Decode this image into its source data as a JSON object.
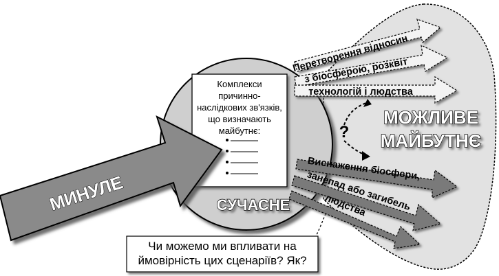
{
  "diagram": {
    "past_label": "МИНУЛЕ",
    "present_label": "СУЧАСНЕ",
    "future_label_line1": "МОЖЛИВЕ",
    "future_label_line2": "МАЙБУТНЄ",
    "causal_complexes_text": "Комплекси причинно-наслідкових зв'язків, що визначають майбутнє:",
    "bullet_count": 4,
    "positive_scenario": {
      "line1": "Перетворення відносин",
      "line2": "з біосферою, розквіт",
      "line3": "технологій і людства"
    },
    "negative_scenario": {
      "line1": "Виснаження біосфери,",
      "line2": "занепад або загибель",
      "line3": "людства"
    },
    "uncertainty_mark": "?",
    "question_text": "Чи можемо ми впливати на ймовірність цих сценаріїв? Як?"
  },
  "colors": {
    "future_area": "#e2e2e2",
    "present_circle": "#cfcfcf",
    "past_arrow": "#8a8a8a",
    "positive_arrow": "#f0f0f0",
    "negative_arrow": "#7a7a7a",
    "outline": "#000000"
  }
}
